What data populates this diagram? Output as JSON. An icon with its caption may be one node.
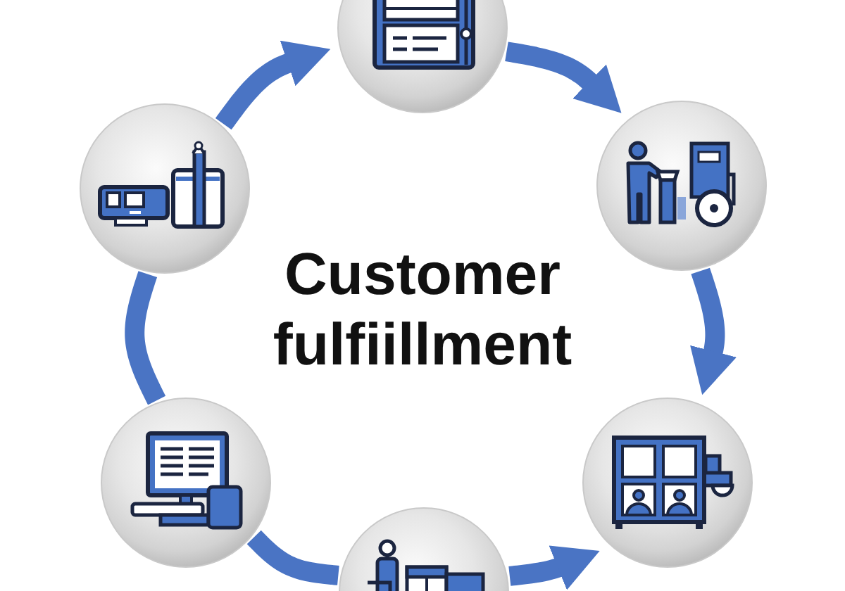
{
  "diagram": {
    "title": "Customer fulfiillment",
    "nodes": [
      {
        "text": [],
        "shape": "circle"
      },
      {
        "text": [],
        "shape": "circle"
      },
      {
        "text": [],
        "shape": "circle"
      },
      {
        "text": [],
        "shape": "circle"
      },
      {
        "text": [],
        "shape": "circle"
      },
      {
        "text": [],
        "shape": "circle"
      }
    ],
    "edges": [
      {
        "from": 0,
        "to": 1,
        "arrow": "to"
      },
      {
        "from": 1,
        "to": 2,
        "arrow": "to"
      },
      {
        "from": 3,
        "to": 2,
        "arrow": "to"
      },
      {
        "from": 4,
        "to": 3,
        "arrow": "none"
      },
      {
        "from": 4,
        "to": 5,
        "arrow": "none"
      },
      {
        "from": 5,
        "to": 0,
        "arrow": "to"
      }
    ]
  }
}
